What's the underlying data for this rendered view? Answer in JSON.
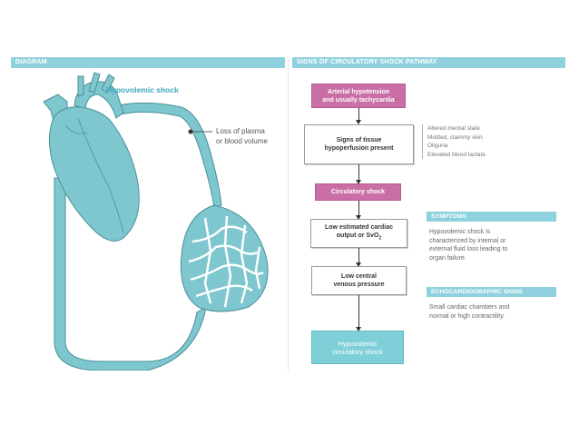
{
  "left_header": "DIAGRAM",
  "right_header": "SIGNS OF CIRCULATORY SHOCK PATHWAY",
  "diagram": {
    "title": "Hypovolemic shock",
    "callout_line1": "Loss of plasma",
    "callout_line2": "or blood volume"
  },
  "flow": {
    "step1": [
      "Arterial hypotension",
      "and usually tachycardia"
    ],
    "step2": [
      "Signs of tissue",
      "hypoperfusion present"
    ],
    "step3": "Circulatory shock",
    "step4_line1": "Low estimated cardiac",
    "step4_line2": "output or SvO",
    "step4_sub": "2",
    "step5": [
      "Low central",
      "venous pressure"
    ],
    "step6": [
      "Hypovolemic",
      "circulatory shock"
    ]
  },
  "tissue_signs": [
    "Altered mental state",
    "Mottled, clammy skin",
    "Oliguria",
    "Elevated blood lactate"
  ],
  "symptoms": {
    "heading": "SYMPTOMS",
    "lines": [
      "Hypovolemic shock is",
      "characterized by internal or",
      "external fluid loss leading to",
      "organ failure."
    ]
  },
  "echo": {
    "heading": "ECHOCARDIOGRAPHIC SIGNS",
    "lines": [
      "Small cardiac chambers and",
      "normal or high contractility."
    ]
  },
  "colors": {
    "header_bg": "#8fd1de",
    "vessel": "#7fc7cf",
    "pink_box": "#c96fa5",
    "teal_box": "#7fcfd9"
  }
}
